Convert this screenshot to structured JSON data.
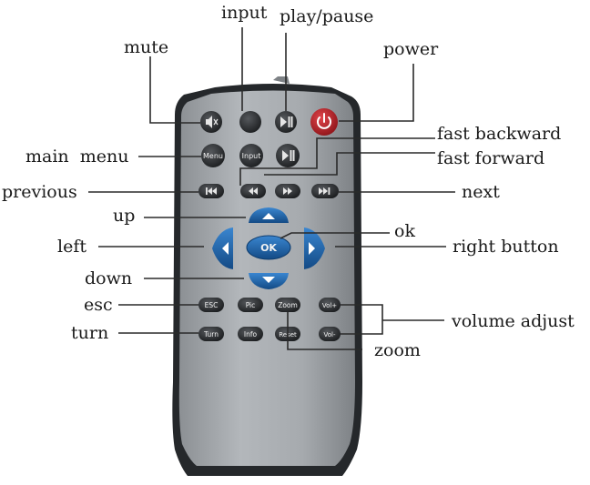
{
  "callouts": {
    "mute": "mute",
    "input": "input",
    "play_pause": "play/pause",
    "power": "power",
    "main_menu": "main  menu",
    "fast_backward": "fast backward",
    "fast_forward": "fast forward",
    "previous": "previous",
    "next": "next",
    "up": "up",
    "ok": "ok",
    "left": "left",
    "right_button": "right button",
    "down": "down",
    "esc": "esc",
    "volume_adjust": "volume adjust",
    "turn": "turn",
    "zoom": "zoom"
  },
  "buttons": {
    "menu": "Menu",
    "input": "Input",
    "ok": "OK",
    "esc": "ESC",
    "pic": "Pic",
    "zoom": "Zoom",
    "vol_up": "Vol+",
    "turn": "Turn",
    "info": "Info",
    "reset": "Reset",
    "vol_down": "Vol-"
  },
  "icons": {
    "mute": "speaker-mute-icon",
    "play_pause": "play-pause-icon",
    "power": "power-icon",
    "previous": "skip-previous-icon",
    "fast_backward": "rewind-icon",
    "fast_forward": "fast-forward-icon",
    "next": "skip-next-icon",
    "up": "arrow-up-icon",
    "down": "arrow-down-icon",
    "left": "arrow-left-icon",
    "right": "arrow-right-icon"
  },
  "colors": {
    "remote_body": "#a9adb1",
    "remote_frame": "#24272a",
    "button": "#2b2d30",
    "power_button": "#b4232b",
    "dpad": "#1d5d9f"
  }
}
